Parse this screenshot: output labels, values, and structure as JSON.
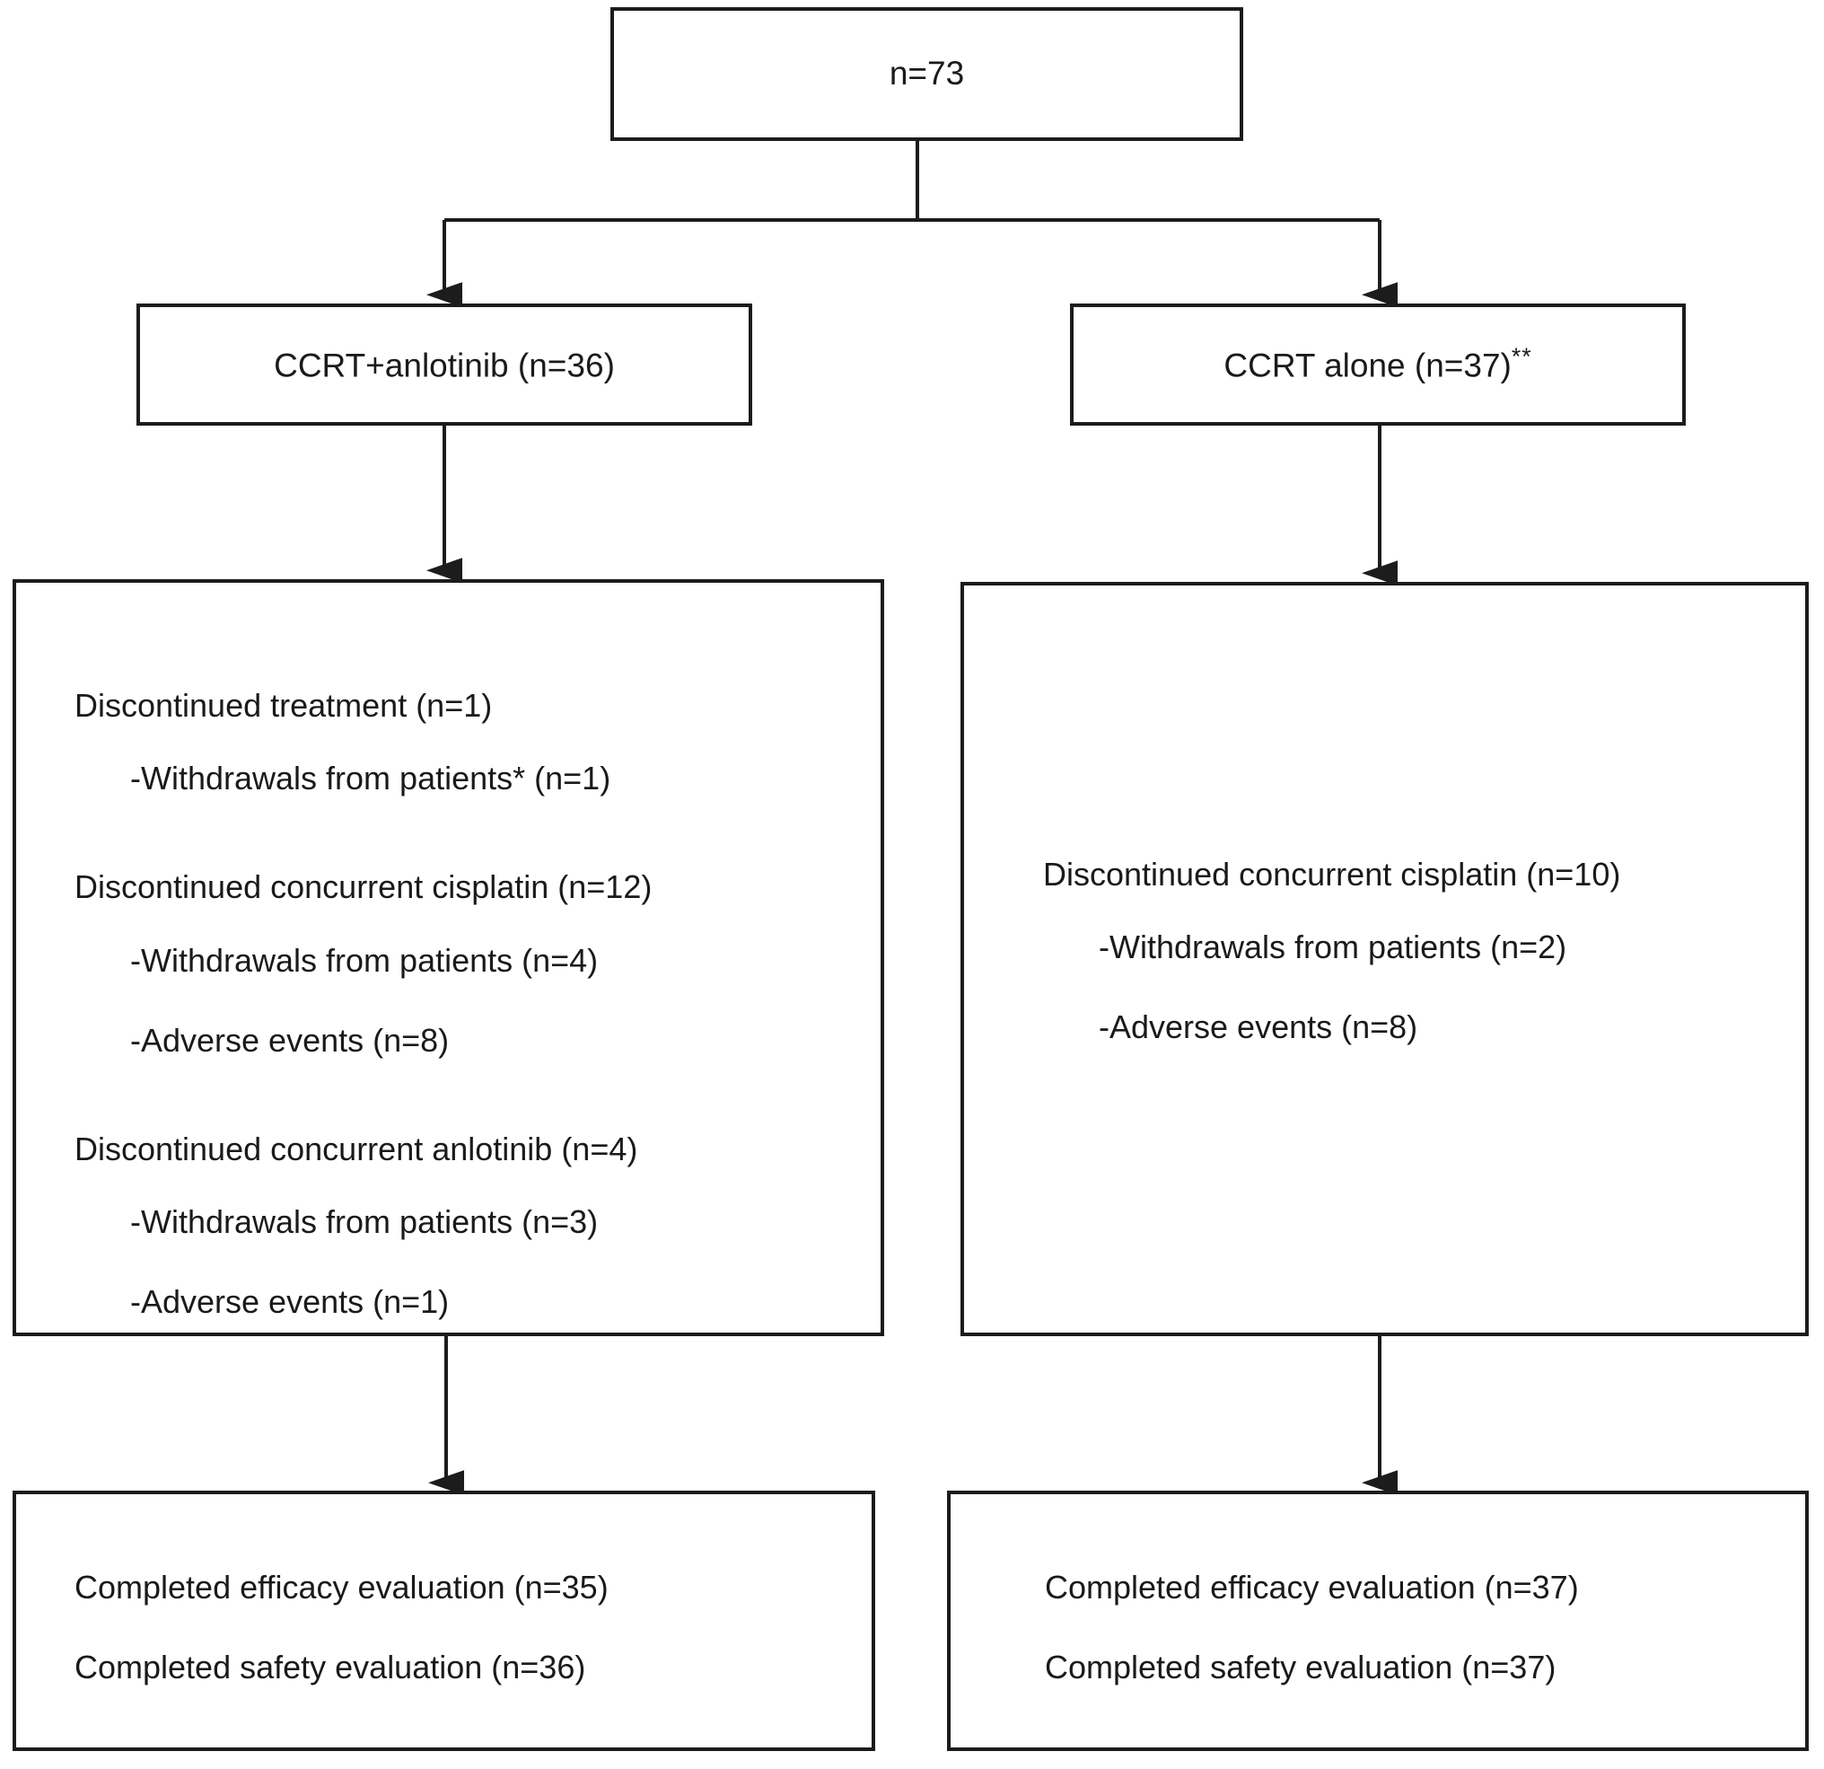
{
  "diagram": {
    "type": "consort-flow-diagram",
    "title_text": "",
    "colors": {
      "stroke": "#1c1c1c",
      "text": "#1a1a1a",
      "background": "#ffffff"
    },
    "enrollment": {
      "label": "n=73"
    },
    "arms": {
      "left": {
        "label": "CCRT+anlotinib (n=36)",
        "marker": ""
      },
      "right": {
        "label": "CCRT alone (n=37)",
        "marker": "**"
      }
    },
    "discontinuation": {
      "left": {
        "groups": [
          {
            "heading": "Discontinued treatment (n=1)",
            "items": [
              "-Withdrawals from patients* (n=1)"
            ]
          },
          {
            "heading": "Discontinued concurrent cisplatin (n=12)",
            "items": [
              "-Withdrawals from patients (n=4)",
              "-Adverse events (n=8)"
            ]
          },
          {
            "heading": "Discontinued concurrent anlotinib (n=4)",
            "items": [
              "-Withdrawals from patients (n=3)",
              "-Adverse events (n=1)"
            ]
          }
        ]
      },
      "right": {
        "groups": [
          {
            "heading": "Discontinued concurrent cisplatin (n=10)",
            "items": [
              "-Withdrawals from patients (n=2)",
              "-Adverse events (n=8)"
            ]
          }
        ]
      }
    },
    "completion": {
      "left": {
        "lines": [
          "Completed efficacy evaluation (n=35)",
          "Completed safety evaluation (n=36)"
        ]
      },
      "right": {
        "lines": [
          "Completed efficacy evaluation (n=37)",
          "Completed safety evaluation (n=37)"
        ]
      }
    }
  }
}
